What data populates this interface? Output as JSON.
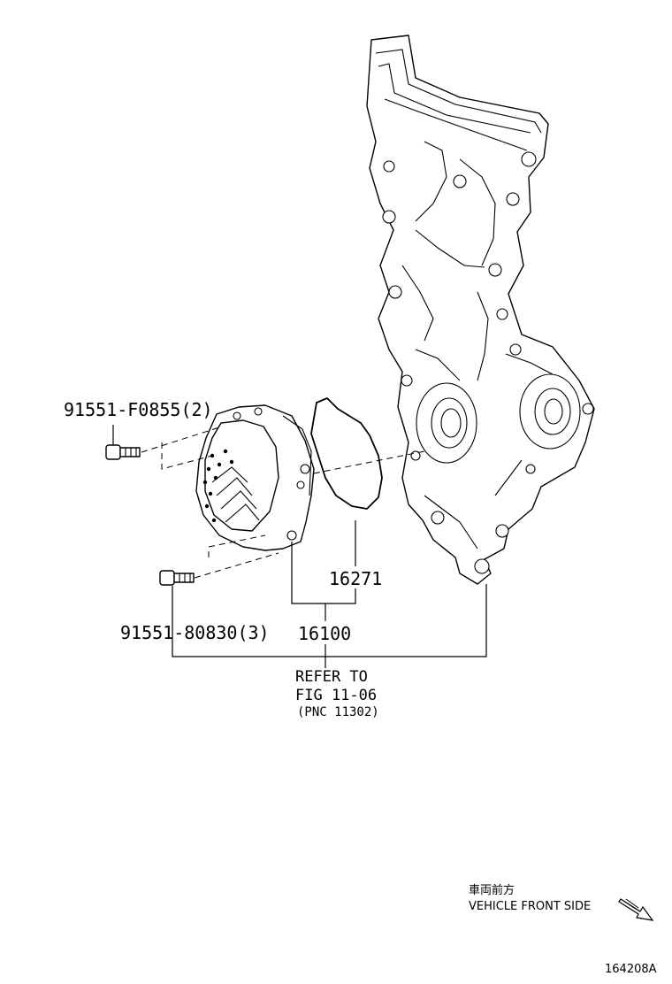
{
  "diagram": {
    "part_numbers": {
      "bolt_upper": "91551-F0855(2)",
      "bolt_lower": "91551-80830(3)",
      "gasket": "16271",
      "water_pump_assy": "16100"
    },
    "reference": {
      "line1": "REFER TO",
      "line2": "FIG 11-06",
      "line3": "(PNC 11302)"
    },
    "direction": {
      "japanese": "車両前方",
      "english": "VEHICLE FRONT SIDE"
    },
    "figure_id": "164208A"
  }
}
